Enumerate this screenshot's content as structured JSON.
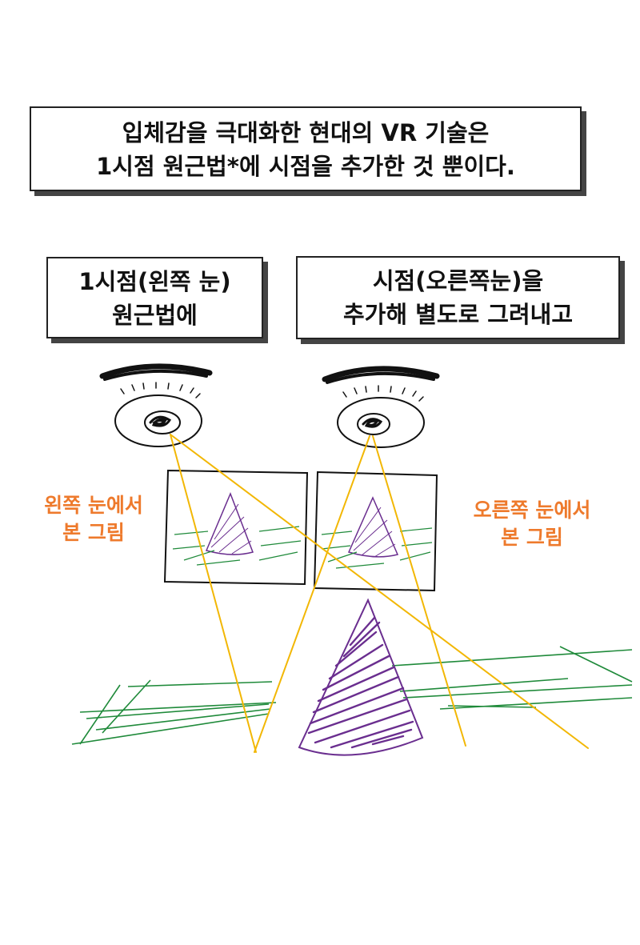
{
  "captions": {
    "top": {
      "line1": "입체감을 극대화한 현대의 VR 기술은",
      "line2": "1시점 원근법*에 시점을 추가한 것 뿐이다."
    },
    "left": {
      "line1": "1시점(왼쪽 눈)",
      "line2": "원근법에"
    },
    "right": {
      "line1": "시점(오른쪽눈)을",
      "line2": "추가해 별도로 그려내고"
    }
  },
  "labels": {
    "left": {
      "line1": "왼쪽 눈에서",
      "line2": "본 그림"
    },
    "right": {
      "line1": "오른쪽 눈에서",
      "line2": "본 그림"
    }
  },
  "colors": {
    "ink": "#111111",
    "sightline": "#f2b705",
    "cone": "#6a2e8f",
    "ground": "#1f8a3a",
    "label": "#ee7a2c"
  }
}
